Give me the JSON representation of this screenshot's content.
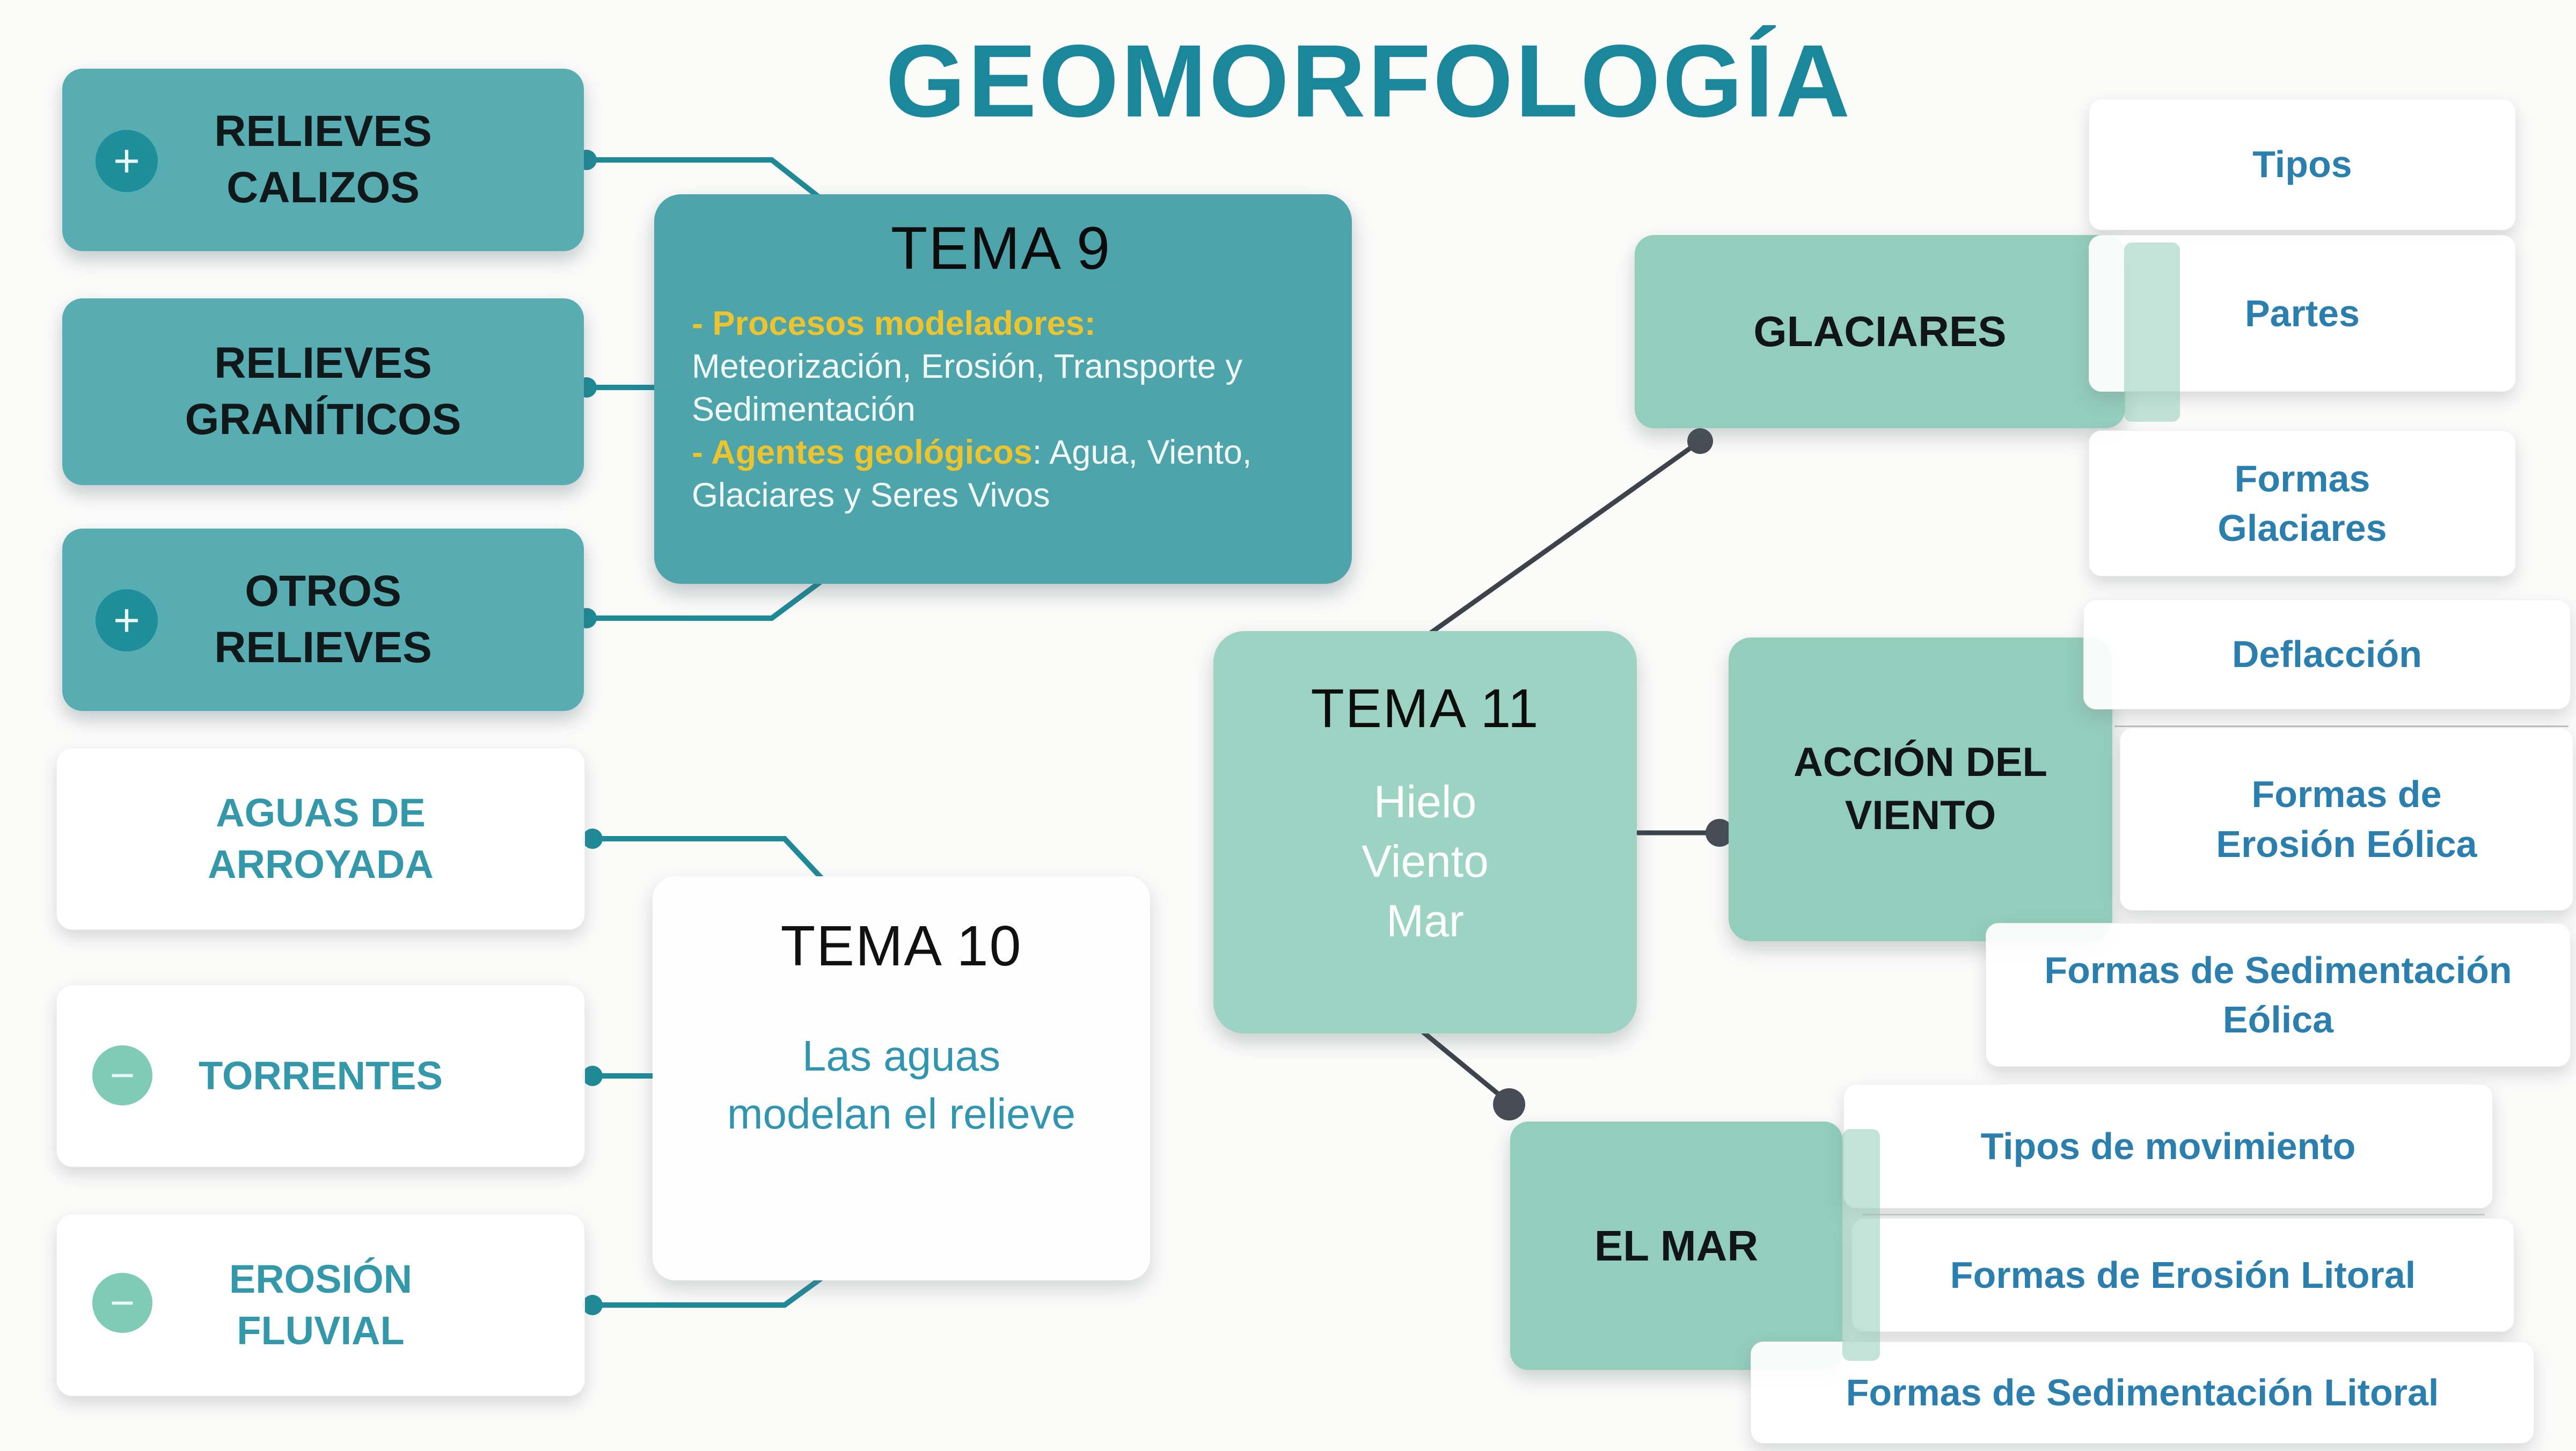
{
  "title": "GEOMORFOLOGÍA",
  "icons": {
    "plus": "+",
    "minus": "−"
  },
  "colors": {
    "teal_box": "#57adb2",
    "green_box": "#93cdbb",
    "title_teal": "#1b879b",
    "blue_label": "#2b7fae",
    "yellow_highlight": "#eec42d",
    "teal_wire": "#1e8a98",
    "dark_wire": "#3d424b"
  },
  "relieves": {
    "items": [
      {
        "label": "RELIEVES CALIZOS",
        "icon": "plus"
      },
      {
        "label": "RELIEVES GRANÍTICOS",
        "icon": ""
      },
      {
        "label": "OTROS RELIEVES",
        "icon": "plus"
      }
    ]
  },
  "aguas": {
    "items": [
      {
        "label": "AGUAS DE ARROYADA",
        "icon": ""
      },
      {
        "label": "TORRENTES",
        "icon": "minus"
      },
      {
        "label": "EROSIÓN FLUVIAL",
        "icon": "minus"
      }
    ]
  },
  "tema9": {
    "title": "TEMA 9",
    "processes_label": "- Procesos modeladores:",
    "processes_text": "Meteorización, Erosión, Transporte y Sedimentación",
    "agents_label": "- Agentes geológicos",
    "agents_text": ": Agua, Viento, Glaciares y Seres Vivos"
  },
  "tema10": {
    "title": "TEMA 10",
    "subtitle": "Las aguas modelan el relieve"
  },
  "tema11": {
    "title": "TEMA 11",
    "lines": [
      "Hielo",
      "Viento",
      "Mar"
    ]
  },
  "glaciares": {
    "label": "GLACIARES",
    "children": [
      "Tipos",
      "Partes",
      "Formas Glaciares"
    ]
  },
  "viento": {
    "label": "ACCIÓN DEL VIENTO",
    "children": [
      "Deflacción",
      "Formas de Erosión Eólica",
      "Formas de Sedimentación Eólica"
    ]
  },
  "mar": {
    "label": "EL MAR",
    "children": [
      "Tipos de movimiento",
      "Formas de Erosión Litoral",
      "Formas de Sedimentación Litoral"
    ]
  }
}
